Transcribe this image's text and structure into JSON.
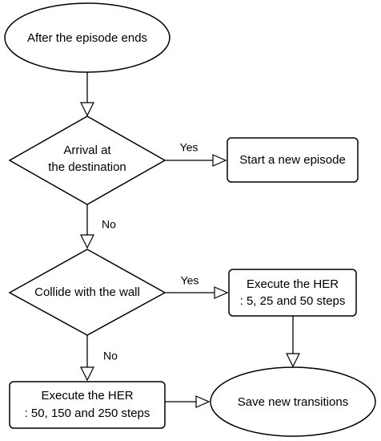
{
  "nodes": {
    "start": {
      "text": "After the episode ends"
    },
    "arrival": {
      "line1": "Arrival at",
      "line2": "the destination"
    },
    "new_episode": {
      "text": "Start a new episode"
    },
    "collide": {
      "text": "Collide with the wall"
    },
    "her_small": {
      "line1": "Execute the HER",
      "line2": ": 5, 25 and 50 steps"
    },
    "her_large": {
      "line1": "Execute the HER",
      "line2": ": 50, 150 and 250 steps"
    },
    "save": {
      "text": "Save new transitions"
    }
  },
  "edge_labels": {
    "arrival_yes": "Yes",
    "arrival_no": "No",
    "collide_yes": "Yes",
    "collide_no": "No"
  }
}
